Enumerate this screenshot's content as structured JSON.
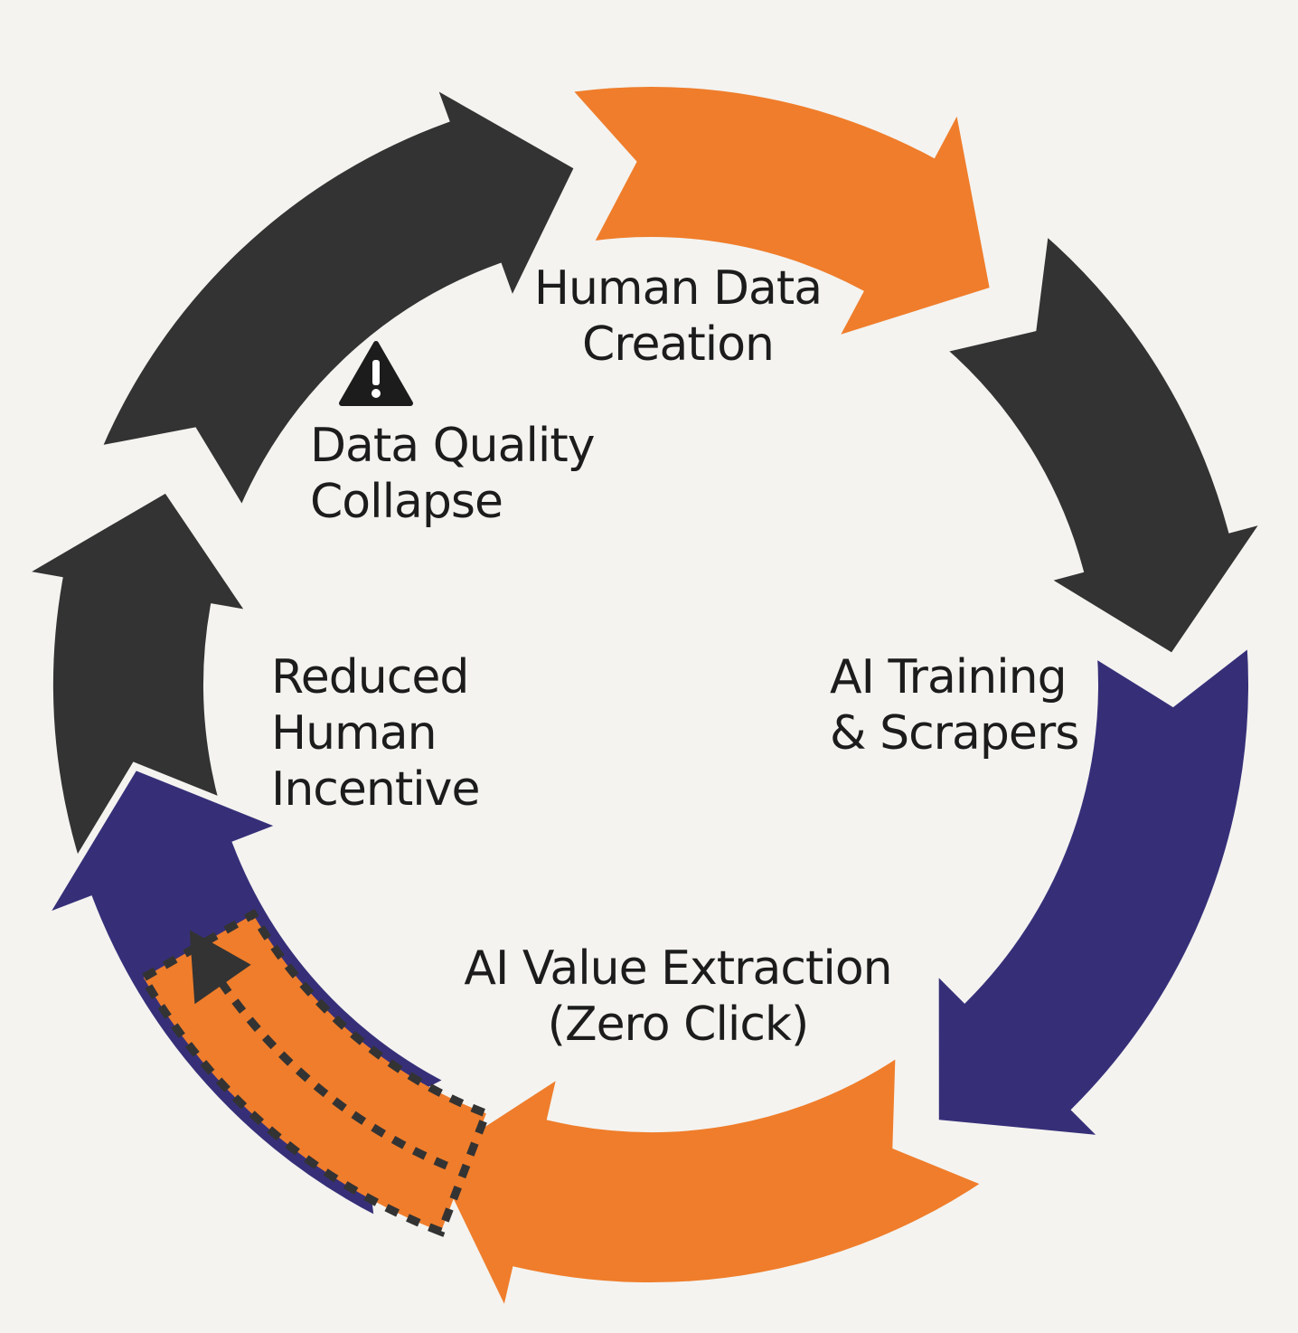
{
  "colors": {
    "background": "#f4f3f0",
    "dark": "#333333",
    "orange": "#ef7d2b",
    "navy": "#362f78",
    "text": "#1c1c1c"
  },
  "stages": {
    "human_data": {
      "line1": "Human Data",
      "line2": "Creation"
    },
    "ai_training": {
      "line1": "AI Training",
      "line2": "& Scrapers"
    },
    "ai_value": {
      "line1": "AI Value Extraction",
      "line2": "(Zero Click)"
    },
    "reduced": {
      "line1": "Reduced",
      "line2": "Human",
      "line3": "Incentive"
    },
    "data_quality": {
      "line1": "Data Quality",
      "line2": "Collapse",
      "icon": "warning-icon"
    }
  },
  "arrows": [
    {
      "name": "arrow-top-left-dark",
      "color": "dark"
    },
    {
      "name": "arrow-top-right-dark",
      "color": "dark"
    },
    {
      "name": "arrow-right-orange",
      "color": "orange"
    },
    {
      "name": "arrow-lower-right-dark",
      "color": "dark"
    },
    {
      "name": "arrow-bottom-navy",
      "color": "navy"
    },
    {
      "name": "arrow-bottom-left-orange",
      "color": "orange"
    },
    {
      "name": "arrow-left-navy",
      "color": "navy"
    },
    {
      "name": "arrow-upper-left-orange-dashed",
      "color": "orange",
      "style": "dashed"
    }
  ]
}
